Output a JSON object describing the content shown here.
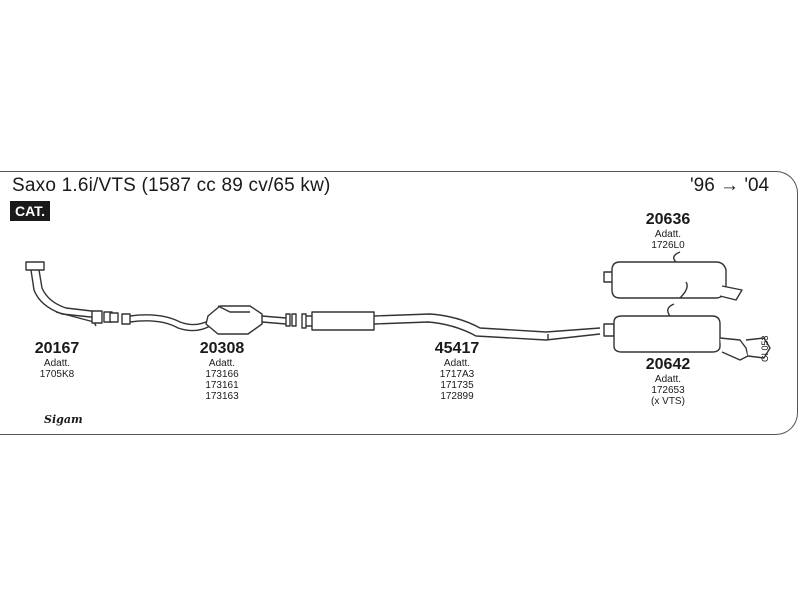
{
  "header": {
    "title": "Saxo 1.6i/VTS (1587 cc 89 cv/65 kw)",
    "years": "'96 → '04",
    "cat_badge": "CAT."
  },
  "parts": [
    {
      "number": "20167",
      "adapt_label": "Adatt.",
      "refs": [
        "1705K8"
      ]
    },
    {
      "number": "20308",
      "adapt_label": "Adatt.",
      "refs": [
        "173166",
        "173161",
        "173163"
      ]
    },
    {
      "number": "45417",
      "adapt_label": "Adatt.",
      "refs": [
        "1717A3",
        "171735",
        "172899"
      ]
    },
    {
      "number": "20636",
      "adapt_label": "Adatt.",
      "refs": [
        "1726L0"
      ]
    },
    {
      "number": "20642",
      "adapt_label": "Adatt.",
      "refs": [
        "172653",
        "(x VTS)"
      ]
    }
  ],
  "diagram_code": "CI 053",
  "logo_text": "Sigam",
  "colors": {
    "line": "#333333",
    "fill": "#ffffff",
    "badge": "#1a1a1a"
  }
}
